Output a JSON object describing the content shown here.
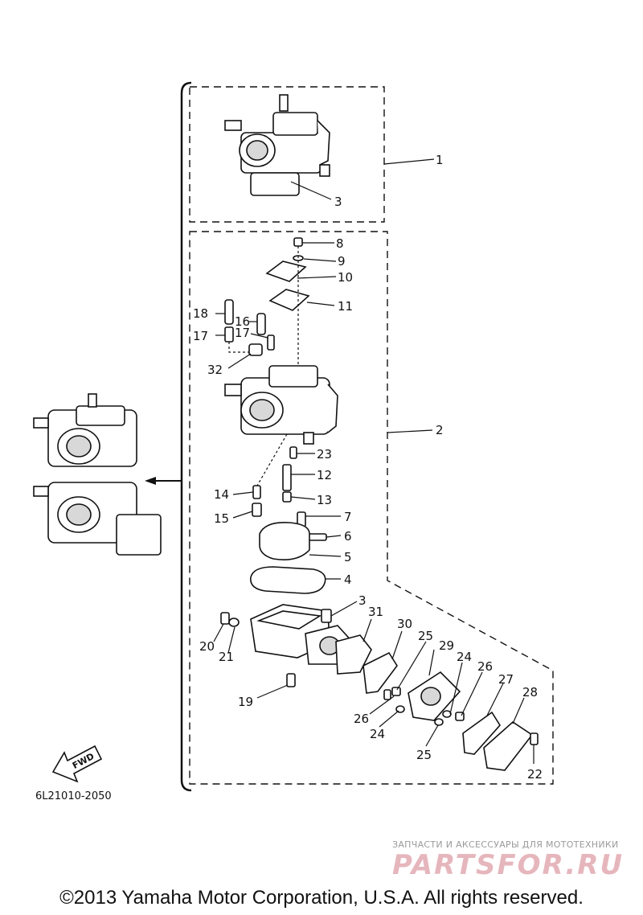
{
  "diagram": {
    "code": "6L21010-2050",
    "fwd_label": "FWD",
    "callouts": {
      "c1": "1",
      "c2": "2",
      "c3a": "3",
      "c3b": "3",
      "c4": "4",
      "c5": "5",
      "c6": "6",
      "c7": "7",
      "c8": "8",
      "c9": "9",
      "c10": "10",
      "c11": "11",
      "c12": "12",
      "c13": "13",
      "c14": "14",
      "c15": "15",
      "c16": "16",
      "c17a": "17",
      "c17b": "17",
      "c18": "18",
      "c19": "19",
      "c20": "20",
      "c21": "21",
      "c22": "22",
      "c23": "23",
      "c24a": "24",
      "c24b": "24",
      "c25a": "25",
      "c25b": "25",
      "c26a": "26",
      "c26b": "26",
      "c27": "27",
      "c28": "28",
      "c29": "29",
      "c30": "30",
      "c31": "31",
      "c32": "32"
    }
  },
  "watermark": {
    "tagline": "ЗАПЧАСТИ И АКСЕССУАРЫ ДЛЯ МОТОТЕХНИКИ",
    "logo": "PARTSFOR.RU"
  },
  "copyright": "©2013 Yamaha Motor Corporation, U.S.A. All rights reserved."
}
